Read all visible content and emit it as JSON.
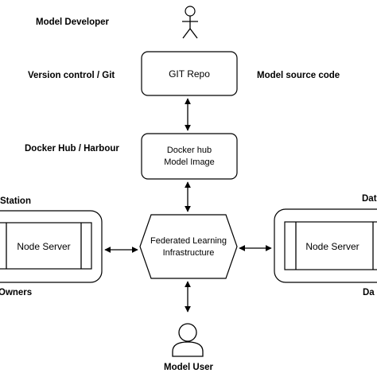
{
  "labels": {
    "model_developer": "Model Developer",
    "version_control": "Version control / Git",
    "model_source_code": "Model source code",
    "docker_hub": "Docker Hub / Harbour",
    "station": "Station",
    "owners": "Owners",
    "dat_top_right": "Dat",
    "da_bottom_right": "Da",
    "model_user": "Model User"
  },
  "nodes": {
    "git_repo": "GIT Repo",
    "docker_line1": "Docker hub",
    "docker_line2": "Model Image",
    "fl_line1": "Federated Learning",
    "fl_line2": "Infrastructure",
    "node_server_left": "Node Server",
    "node_server_right": "Node Server"
  },
  "icons": {
    "actor_top": "stick-figure-icon",
    "actor_bottom": "user-person-icon",
    "arrows": "double-headed-arrow"
  }
}
